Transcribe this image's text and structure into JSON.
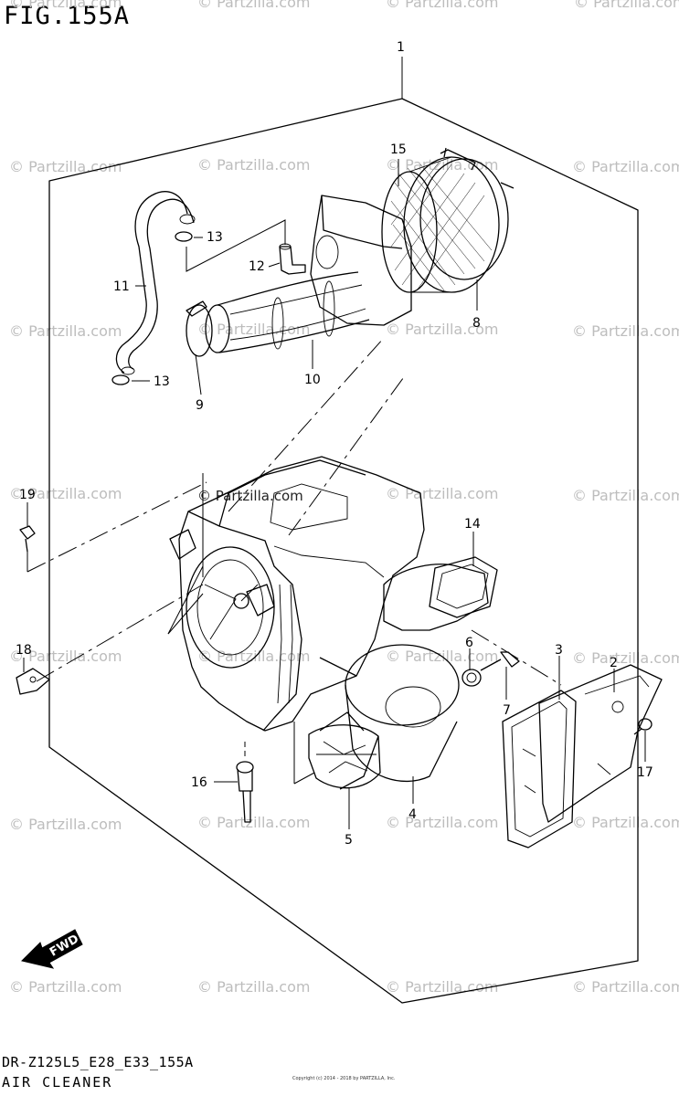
{
  "figure": {
    "title": "FIG.155A",
    "model_code": "DR-Z125L5_E28_E33_155A",
    "section_name": "AIR CLEANER",
    "copyright_small": "Copyright (c) 2014 - 2018 by PARTZILLA, Inc.",
    "center_watermark": "© Partzilla.com"
  },
  "watermark_text": "© Partzilla.com",
  "callouts": [
    {
      "id": "1",
      "label": "1"
    },
    {
      "id": "2",
      "label": "2"
    },
    {
      "id": "3",
      "label": "3"
    },
    {
      "id": "4",
      "label": "4"
    },
    {
      "id": "5",
      "label": "5"
    },
    {
      "id": "6",
      "label": "6"
    },
    {
      "id": "7",
      "label": "7"
    },
    {
      "id": "8",
      "label": "8"
    },
    {
      "id": "9",
      "label": "9"
    },
    {
      "id": "10",
      "label": "10"
    },
    {
      "id": "11",
      "label": "11"
    },
    {
      "id": "12",
      "label": "12"
    },
    {
      "id": "13a",
      "label": "13"
    },
    {
      "id": "13b",
      "label": "13"
    },
    {
      "id": "14",
      "label": "14"
    },
    {
      "id": "15",
      "label": "15"
    },
    {
      "id": "16",
      "label": "16"
    },
    {
      "id": "17",
      "label": "17"
    },
    {
      "id": "18",
      "label": "18"
    },
    {
      "id": "19",
      "label": "19"
    }
  ],
  "fwd_badge": "FWD",
  "colors": {
    "line": "#000000",
    "watermark": "#bdbdbd",
    "background": "#ffffff"
  }
}
